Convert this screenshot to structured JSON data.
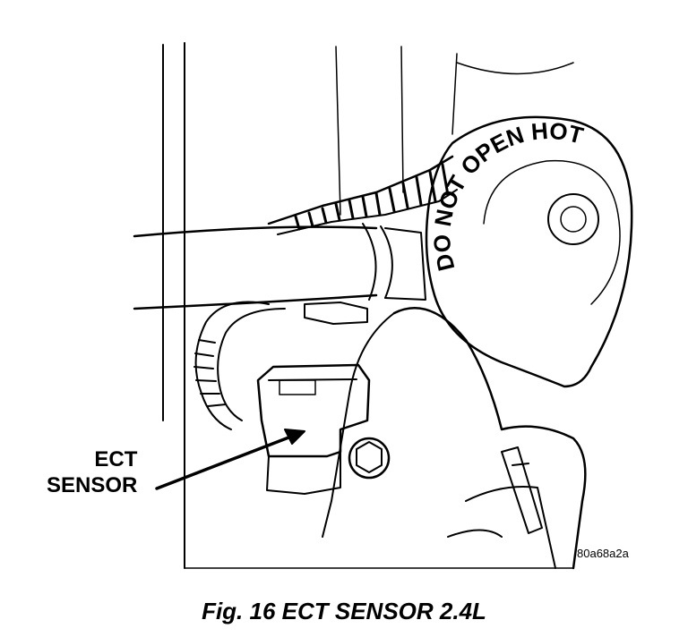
{
  "illustration": {
    "cap_text": "DO NOT OPEN HOT",
    "callout_lines": [
      "ECT",
      "SENSOR"
    ],
    "figure_code": "80a68a2a"
  },
  "caption": "Fig. 16 ECT SENSOR 2.4L",
  "colors": {
    "ink": "#000000",
    "paper": "#ffffff"
  }
}
